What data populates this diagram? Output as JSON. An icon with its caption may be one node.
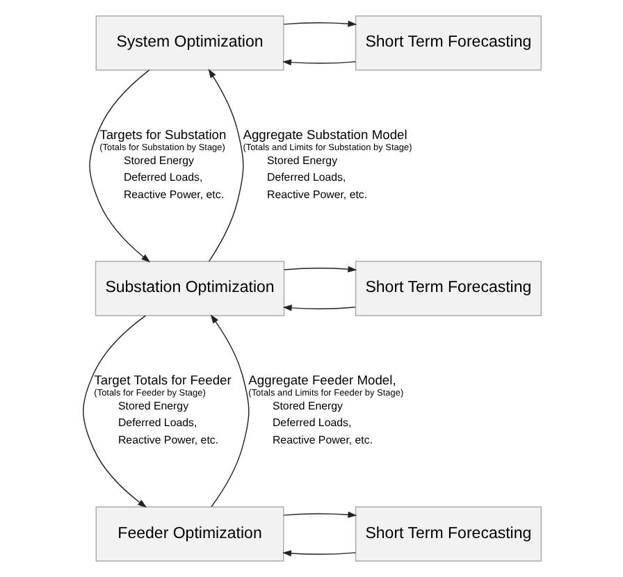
{
  "diagram": {
    "nodes": [
      {
        "text": [
          "System Optimization"
        ]
      },
      {
        "text": [
          "Short Term Forecasting"
        ]
      },
      {
        "text": [
          "Substation Optimization"
        ]
      },
      {
        "text": [
          "Short Term Forecasting"
        ]
      },
      {
        "text": [
          "Feeder Optimization"
        ]
      },
      {
        "text": [
          "Short Term Forecasting"
        ]
      }
    ],
    "edges": [
      {
        "from": 1,
        "to": 0,
        "arrow": "to"
      },
      {
        "from": 0,
        "to": 1,
        "arrow": "to"
      },
      {
        "from": 0,
        "to": 2,
        "arrow": "to",
        "label": "Targets for Substation"
      },
      {
        "from": 2,
        "to": 0,
        "arrow": "to",
        "label": "Aggregate Substation Model"
      },
      {
        "from": 3,
        "to": 2,
        "arrow": "to"
      },
      {
        "from": 2,
        "to": 3,
        "arrow": "to"
      },
      {
        "from": 2,
        "to": 4,
        "arrow": "to",
        "label": "Target Totals for Feeder"
      },
      {
        "from": 4,
        "to": 2,
        "arrow": "to",
        "label": "Aggregate Feeder Model,"
      },
      {
        "from": 5,
        "to": 4,
        "arrow": "to"
      },
      {
        "from": 4,
        "to": 5,
        "arrow": "to"
      }
    ],
    "labels": [
      "(Totals for Substation by Stage)",
      "Stored Energy",
      "Deferred Loads,",
      "Reactive Power, etc.",
      "(Totals and Limits for Substation by Stage)",
      "Stored Energy",
      "Deferred Loads,",
      "Reactive Power, etc.",
      "(Totals for Feeder by Stage)",
      "Stored Energy",
      "Deferred Loads,",
      "Reactive Power, etc.",
      "(Totals and Limits for Feeder by Stage)",
      "Stored Energy",
      "Deferred Loads,",
      "Reactive Power, etc."
    ]
  }
}
